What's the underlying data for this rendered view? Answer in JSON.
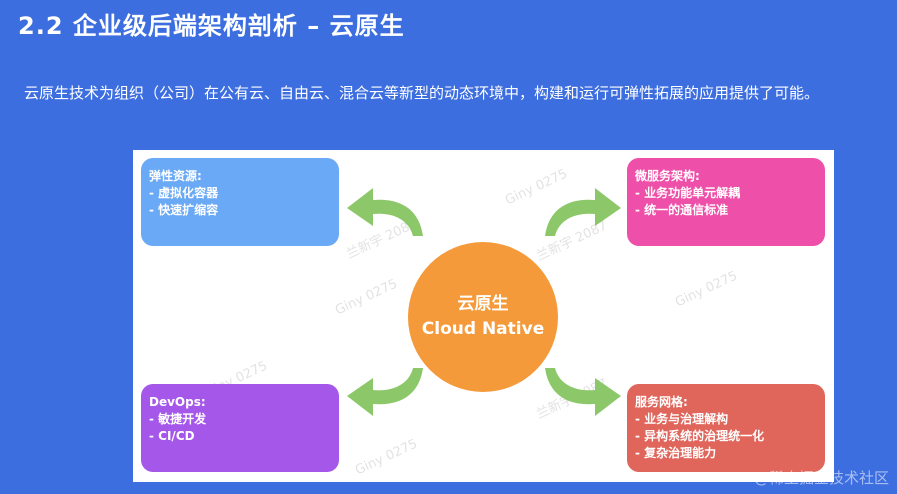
{
  "slide": {
    "title": "2.2  企业级后端架构剖析 – 云原生",
    "description": "云原生技术为组织（公司）在公有云、自由云、混合云等新型的动态环境中，构建和运行可弹性拓展的应用提供了可能。"
  },
  "diagram": {
    "center": {
      "line1": "云原生",
      "line2": "Cloud Native",
      "color": "#f49a3a"
    },
    "cards": {
      "top_left": {
        "title": "弹性资源:",
        "items": [
          "- 虚拟化容器",
          "- 快速扩缩容"
        ],
        "color": "#6aa9f5"
      },
      "top_right": {
        "title": "微服务架构:",
        "items": [
          "- 业务功能单元解耦",
          "- 统一的通信标准"
        ],
        "color": "#ee4fa8"
      },
      "bottom_left": {
        "title": "DevOps:",
        "items": [
          "- 敏捷开发",
          "- CI/CD"
        ],
        "color": "#a557e9"
      },
      "bottom_right": {
        "title": "服务网格:",
        "items": [
          "- 业务与治理解构",
          "- 异构系统的治理统一化",
          "- 复杂治理能力"
        ],
        "color": "#e0665c"
      }
    },
    "arrow_color": "#8cc86a",
    "watermarks": [
      "Giny 0275",
      "兰新宇 2087",
      "Giny 0275",
      "Giny 0275",
      "Giny 0275",
      "兰新宇 2087",
      "Giny 0275",
      "兰新宇 2087",
      "Giny 0275"
    ]
  },
  "site_watermark": "@稀土掘金技术社区"
}
